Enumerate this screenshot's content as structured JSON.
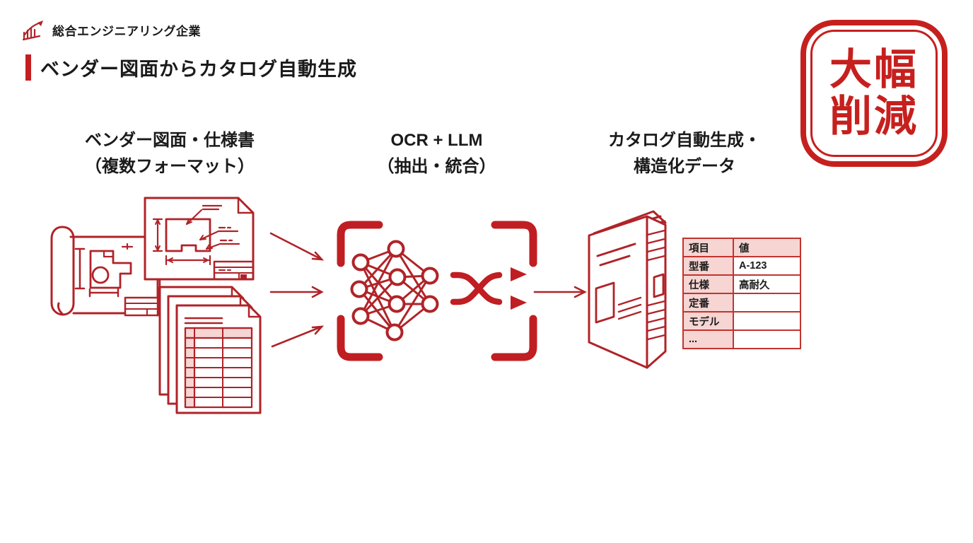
{
  "slide": {
    "logo": {
      "company": "総合エンジニアリング企業"
    },
    "title": "ベンダー図面からカタログ自動生成",
    "stamp": {
      "line1": "大幅",
      "line2": "削減"
    },
    "flow": {
      "input": {
        "heading1": "ベンダー図面・仕様書",
        "heading2": "（複数フォーマット）"
      },
      "process": {
        "heading1": "OCR + LLM",
        "heading2": "（抽出・統合）"
      },
      "output": {
        "heading1": "カタログ自動生成・",
        "heading2": "構造化データ"
      }
    },
    "spec_table": {
      "headers": [
        "項目",
        "値"
      ],
      "rows": [
        [
          "型番",
          "A-123"
        ],
        [
          "仕様",
          "高耐久"
        ],
        [
          "定番",
          ""
        ],
        [
          "モデル",
          ""
        ],
        [
          "...",
          ""
        ]
      ]
    },
    "colors": {
      "line_red": "#B02328",
      "solid_red": "#C01E22",
      "stamp_red": "#C6201E",
      "pink": "#F6D5D3",
      "text": "#1A1A1A"
    }
  }
}
